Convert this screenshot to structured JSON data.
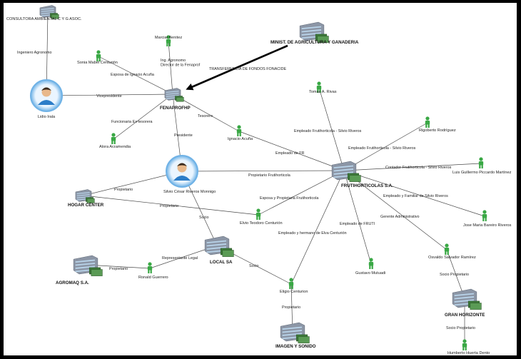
{
  "nodes": {
    "consultora": {
      "label": "CONSULTORA AMBIENTAL C Y G ASOC.",
      "kind": "org-small"
    },
    "marcial": {
      "label": "Marcial Benitez",
      "kind": "person"
    },
    "ministerio": {
      "label": "MINIST. DE AGRICULTURA Y GANADERIA",
      "kind": "org"
    },
    "sonia": {
      "label": "Sonia Mabel Centurión",
      "kind": "person"
    },
    "lidio": {
      "label": "Lidio Irala",
      "kind": "key-person"
    },
    "fenaprofhp": {
      "label": "FENAPROFHP",
      "kind": "org-small"
    },
    "tomas": {
      "label": "Tomas A. Rivas",
      "kind": "person"
    },
    "alora": {
      "label": "Alora Arzamendia",
      "kind": "person"
    },
    "ignacio": {
      "label": "Ignacio Acuña",
      "kind": "person"
    },
    "rigoberto": {
      "label": "Rigoberto Rodríguez",
      "kind": "person"
    },
    "luis": {
      "label": "Luis Guillermo Piccardo Martínez",
      "kind": "person"
    },
    "silvio": {
      "label": "Silvio César Riveros Monnigo",
      "kind": "key-person"
    },
    "frutihorticolas": {
      "label": "FRUTIHORTICOLAS S.A.",
      "kind": "org"
    },
    "hogar": {
      "label": "HOGAR CENTER",
      "kind": "org-small"
    },
    "elvio": {
      "label": "Elvio Teodoro Centurión",
      "kind": "person"
    },
    "jose": {
      "label": "Jose Maria Bareiro Riveros",
      "kind": "person"
    },
    "local": {
      "label": "LOCAL SA",
      "kind": "org"
    },
    "agromaq": {
      "label": "AGROMAQ S.A.",
      "kind": "org"
    },
    "ronald": {
      "label": "Ronald Guerrero",
      "kind": "person"
    },
    "gustavo": {
      "label": "Gustavo Mutuadi",
      "kind": "person"
    },
    "osvaldo": {
      "label": "Osvaldo Salvador Ramírez",
      "kind": "person"
    },
    "eligio": {
      "label": "Eligio Centurion",
      "kind": "person"
    },
    "gran": {
      "label": "GRAN HORIZONTE",
      "kind": "org"
    },
    "imagen": {
      "label": "IMAGEN Y SONIDO",
      "kind": "org"
    },
    "humberto": {
      "label": "Humberto Huerta Dento",
      "kind": "person"
    }
  },
  "edges": [
    {
      "from": "consultora",
      "to": "lidio",
      "label": "Ingeniero Agronomo"
    },
    {
      "from": "marcial",
      "to": "fenaprofhp",
      "label": "Ing. Agronomo\nDirector de la Fenaprof"
    },
    {
      "from": "sonia",
      "to": "fenaprofhp",
      "label": "Esposa de Ignacio Acuña"
    },
    {
      "from": "lidio",
      "to": "fenaprofhp",
      "label": "Vicepresidente"
    },
    {
      "from": "fenaprofhp",
      "to": "alora",
      "label": "Funcionaria Ex-tesorera"
    },
    {
      "from": "fenaprofhp",
      "to": "ignacio",
      "label": "Tesorero"
    },
    {
      "from": "fenaprofhp",
      "to": "silvio",
      "label": "Presidente"
    },
    {
      "from": "ignacio",
      "to": "frutihorticolas",
      "label": "Empleado de FR"
    },
    {
      "from": "tomas",
      "to": "frutihorticolas",
      "label": "Empleado Frutihorticola - Silvio Riveros"
    },
    {
      "from": "rigoberto",
      "to": "frutihorticolas",
      "label": "Empleado Frutihorticola - Silvio Riveros"
    },
    {
      "from": "luis",
      "to": "frutihorticolas",
      "label": "Contador Frutihorticola - Silvio Riveros"
    },
    {
      "from": "silvio",
      "to": "frutihorticolas",
      "label": "Propietario Frutihorticola"
    },
    {
      "from": "silvio",
      "to": "hogar",
      "label": "Propietario"
    },
    {
      "from": "hogar",
      "to": "elvio",
      "label": "Propietario"
    },
    {
      "from": "elvio",
      "to": "frutihorticolas",
      "label": "Esposa y Propietaria Frutihorticola"
    },
    {
      "from": "frutihorticolas",
      "to": "jose",
      "label": "Empleado y Familiar de Silvio Riveros"
    },
    {
      "from": "frutihorticolas",
      "to": "osvaldo",
      "label": "Gerente Administrativo"
    },
    {
      "from": "frutihorticolas",
      "to": "gustavo",
      "label": "Empleado de FRUTI"
    },
    {
      "from": "frutihorticolas",
      "to": "eligio",
      "label": "Empleado y hermano de Elva Centurión"
    },
    {
      "from": "silvio",
      "to": "local",
      "label": "Socio"
    },
    {
      "from": "local",
      "to": "ronald",
      "label": "Representante Legal"
    },
    {
      "from": "agromaq",
      "to": "ronald",
      "label": "Propietario"
    },
    {
      "from": "local",
      "to": "eligio",
      "label": "Socio"
    },
    {
      "from": "eligio",
      "to": "imagen",
      "label": "Propietario"
    },
    {
      "from": "osvaldo",
      "to": "gran",
      "label": "Socio Propietario"
    },
    {
      "from": "gran",
      "to": "humberto",
      "label": "Socio Propietario"
    }
  ],
  "arrow": {
    "label": "TRANSFERENCIA DE FONDOS FONACIDE",
    "from": "ministerio",
    "to": "fenaprofhp"
  },
  "colors": {
    "person_green": "#3aa845",
    "org_grey": "#8c96a6",
    "org_screen": "#b9d4ea",
    "money_green": "#3d7a3a",
    "avatar_ring": "#6fb2e6"
  }
}
